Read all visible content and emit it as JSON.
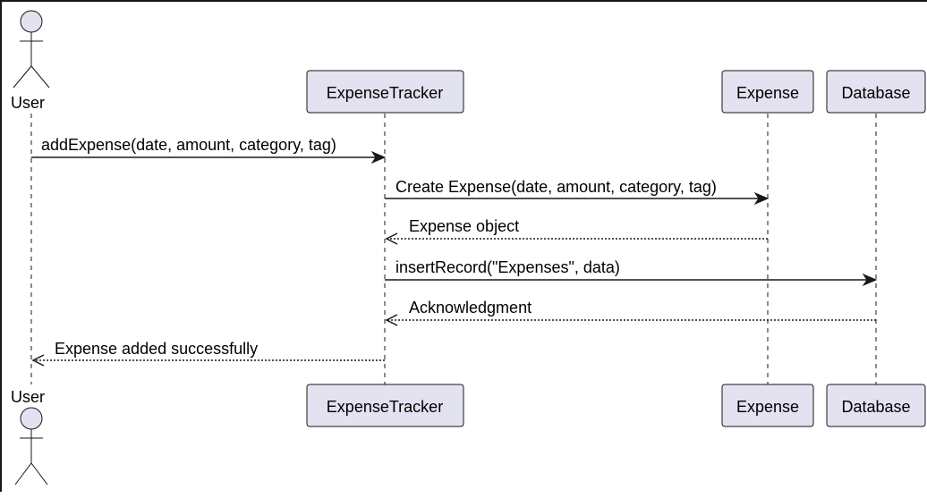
{
  "participants": [
    {
      "id": "user",
      "label": "User",
      "kind": "actor"
    },
    {
      "id": "tracker",
      "label": "ExpenseTracker",
      "kind": "participant"
    },
    {
      "id": "expense",
      "label": "Expense",
      "kind": "participant"
    },
    {
      "id": "database",
      "label": "Database",
      "kind": "participant"
    }
  ],
  "messages": [
    {
      "from": "user",
      "to": "tracker",
      "label": "addExpense(date, amount, category, tag)",
      "style": "sync"
    },
    {
      "from": "tracker",
      "to": "expense",
      "label": "Create Expense(date, amount, category, tag)",
      "style": "sync"
    },
    {
      "from": "expense",
      "to": "tracker",
      "label": "Expense object",
      "style": "return"
    },
    {
      "from": "tracker",
      "to": "database",
      "label": "insertRecord(\"Expenses\", data)",
      "style": "sync"
    },
    {
      "from": "database",
      "to": "tracker",
      "label": "Acknowledgment",
      "style": "return"
    },
    {
      "from": "tracker",
      "to": "user",
      "label": "Expense added successfully",
      "style": "return"
    }
  ],
  "colors": {
    "participant_fill": "#e2e2f0",
    "stroke": "#181818",
    "background": "#ffffff"
  }
}
